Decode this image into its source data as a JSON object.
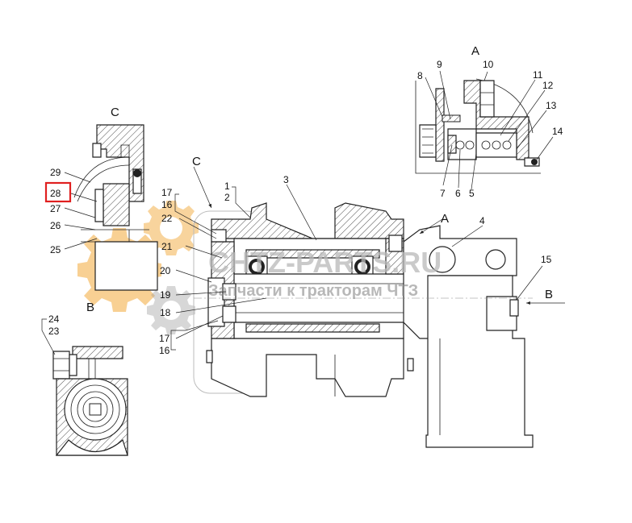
{
  "views": {
    "c_label": "C",
    "b_label": "B",
    "a_label": "A",
    "c_arrow_label": "C",
    "a_arrow_label": "A",
    "b_arrow_label": "B"
  },
  "watermark": {
    "site": "CHTZ-PARTS.RU",
    "tagline": "Запчасти к тракторам ЧТЗ",
    "gear_color": "#f2a93b"
  },
  "highlight": {
    "part": "28",
    "color": "#e02020"
  },
  "callouts": {
    "p1": "1",
    "p2": "2",
    "p3": "3",
    "p4": "4",
    "p5": "5",
    "p6": "6",
    "p7": "7",
    "p8": "8",
    "p9": "9",
    "p10": "10",
    "p11": "11",
    "p12": "12",
    "p13": "13",
    "p14": "14",
    "p15": "15",
    "p16a": "16",
    "p16b": "16",
    "p17a": "17",
    "p17b": "17",
    "p18": "18",
    "p19": "19",
    "p20": "20",
    "p21": "21",
    "p22": "22",
    "p23": "23",
    "p24": "24",
    "p25": "25",
    "p26": "26",
    "p27": "27",
    "p28": "28",
    "p29": "29"
  }
}
